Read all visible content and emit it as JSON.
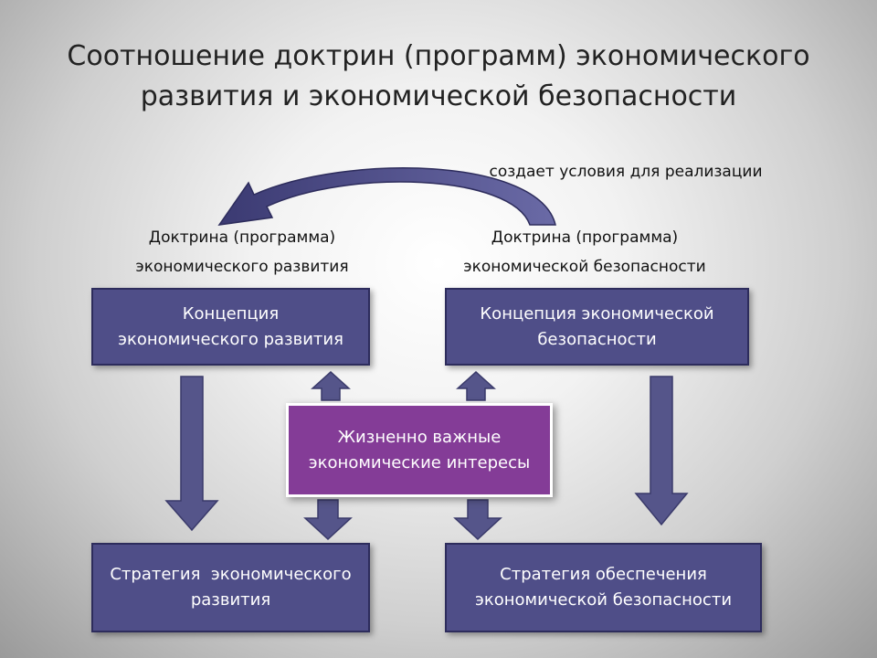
{
  "title": "Соотношение доктрин (программ) экономического развития и экономической безопасности",
  "arc_label": "создает условия для реализации",
  "doctrine_left": {
    "line1": "Доктрина (программа)",
    "line2": "экономического развития"
  },
  "doctrine_right": {
    "line1": "Доктрина (программа)",
    "line2": "экономической безопасности"
  },
  "concept_left": {
    "line1": "Концепция",
    "line2": "экономического развития"
  },
  "concept_right": {
    "line1": "Концепция экономической",
    "line2": "безопасности"
  },
  "center": {
    "line1": "Жизненно важные",
    "line2": "экономические интересы"
  },
  "strategy_left": {
    "line1": "Стратегия  экономического",
    "line2": "развития"
  },
  "strategy_right": {
    "line1": "Стратегия обеспечения",
    "line2": "экономической безопасности"
  },
  "colors": {
    "box_fill": "#4f4e88",
    "center_fill": "#843c97",
    "arrow_fill": "#55558a"
  }
}
